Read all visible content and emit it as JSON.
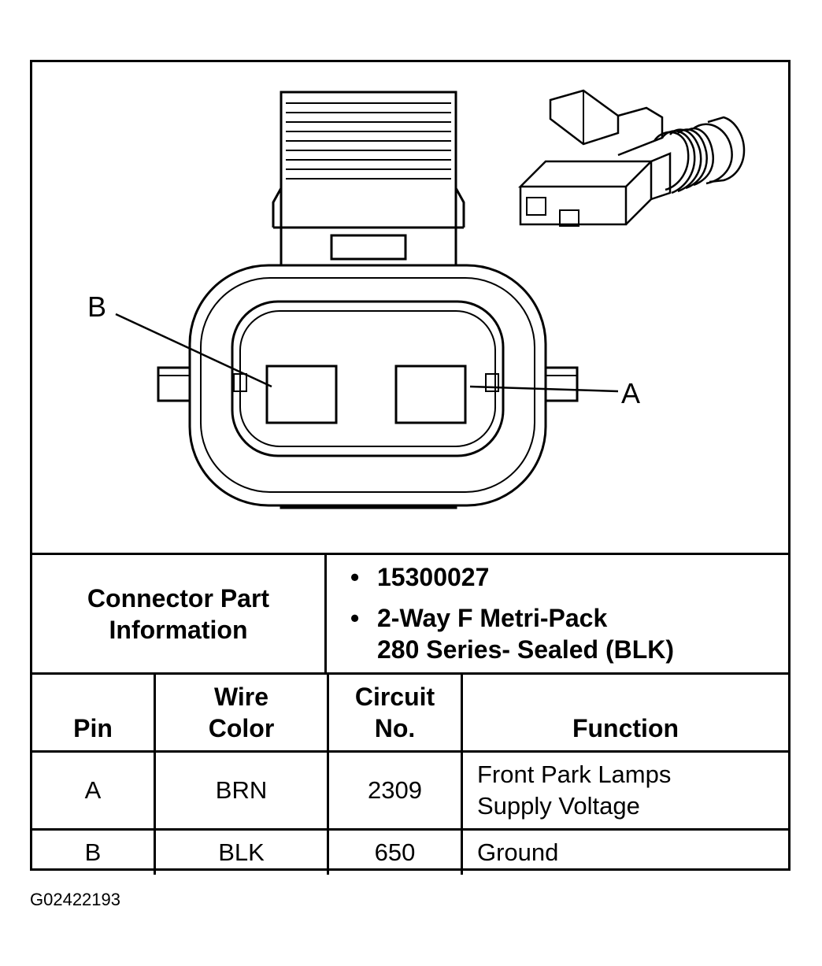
{
  "diagram": {
    "pin_callouts": [
      {
        "id": "B",
        "label": "B"
      },
      {
        "id": "A",
        "label": "A"
      }
    ]
  },
  "connector_info": {
    "label_lines": [
      "Connector Part",
      "Information"
    ],
    "bullet_symbol": "•",
    "part_number": "15300027",
    "description_lines": [
      "2-Way F Metri-Pack",
      "280 Series- Sealed (BLK)"
    ]
  },
  "pin_table": {
    "headers": [
      {
        "lines": [
          "Pin"
        ]
      },
      {
        "lines": [
          "Wire",
          "Color"
        ]
      },
      {
        "lines": [
          "Circuit",
          "No."
        ]
      },
      {
        "lines": [
          "Function"
        ]
      }
    ],
    "rows": [
      {
        "pin": "A",
        "wire_color": "BRN",
        "circuit": "2309",
        "function_lines": [
          "Front Park Lamps",
          "Supply Voltage"
        ]
      },
      {
        "pin": "B",
        "wire_color": "BLK",
        "circuit": "650",
        "function_lines": [
          "Ground"
        ]
      }
    ]
  },
  "figure_id": "G02422193"
}
